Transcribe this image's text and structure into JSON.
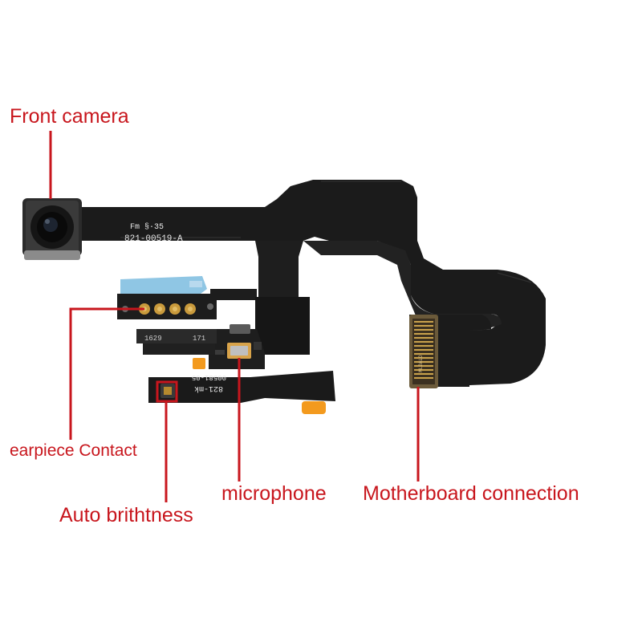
{
  "labels": {
    "front_camera": "Front camera",
    "earpiece_contact": "earpiece Contact",
    "microphone": "microphone",
    "motherboard_connection": "Motherboard connection",
    "auto_brightness": "Auto brithtness"
  },
  "pcb_print": {
    "fm_mark": "Fm §·35",
    "part_number": "821-00519-A",
    "code_171": "171",
    "code_1629": "1629",
    "code_821mk": "821-mk",
    "code_00581": "00581-05",
    "code_connector": "ML2ALO"
  },
  "colors": {
    "annotation": "#c8161d",
    "flex_cable": "#1b1b1b",
    "stiffener_blue": "#8fc6e4",
    "contact_gold": "#c99a3c",
    "orange_pad": "#f39a1e"
  }
}
